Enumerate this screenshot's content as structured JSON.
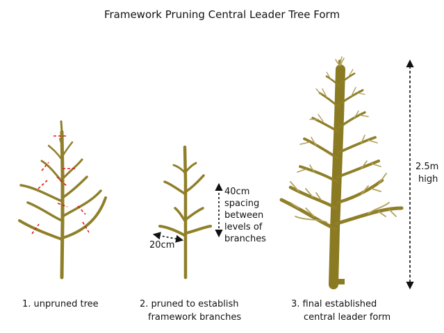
{
  "title": "Framework Pruning Central Leader Tree Form",
  "captions": {
    "tree1": "1. unpruned tree",
    "tree2_line1": "2. pruned to establish",
    "tree2_line2": "framework branches",
    "tree3_line1": "3. final established",
    "tree3_line2": "central leader form"
  },
  "annotations": {
    "spacing_lines": [
      "40cm",
      "spacing",
      "between",
      "levels of",
      "branches"
    ],
    "branch_width": "20cm",
    "height_line1": "2.5m",
    "height_line2": "high"
  },
  "colors": {
    "trunk": "#8a7a22",
    "branch": "#8f7f28",
    "fine_twig": "#b0a15a",
    "cut_mark": "#e0151b",
    "arrow": "#111111"
  }
}
